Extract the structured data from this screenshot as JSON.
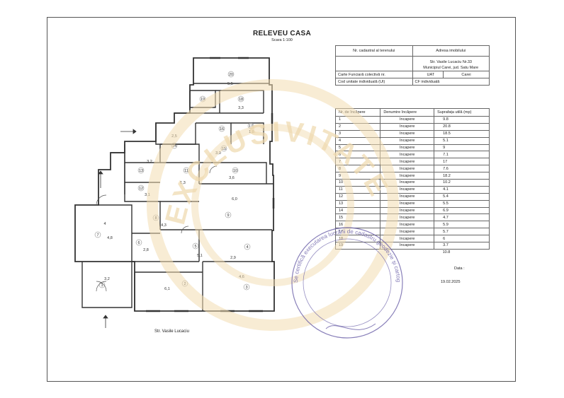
{
  "document": {
    "title": "RELEVEU CASA",
    "scale": "Scara 1:100",
    "street_label": "Str. Vasile Lucaciu"
  },
  "info": {
    "cadastral_label": "Nr. cadastral al terenului",
    "address_label": "Adresa imobilului",
    "address_line1": "Str. Vasile Lucaciu Nr.33",
    "address_line2": "Municipiul Carei, jud. Satu Mare",
    "carte_label": "Carte Funciară colectivă nr.",
    "uat_label": "UAT",
    "uat_value": "Carei",
    "cod_label": "Cod unitate individuală (UI)",
    "cf_label": "CF individuală"
  },
  "rooms_table": {
    "headers": [
      "Nr. de încăpere",
      "Denumire încăpere",
      "Suprafața utilă (mp)"
    ],
    "rows": [
      [
        "1",
        "Incapere",
        "9.8"
      ],
      [
        "2",
        "Incapere",
        "20.8"
      ],
      [
        "3",
        "Incapere",
        "18.5"
      ],
      [
        "4",
        "Incapere",
        "5.1"
      ],
      [
        "5",
        "Incapere",
        "9"
      ],
      [
        "6",
        "Incapere",
        "7.1"
      ],
      [
        "7",
        "Incapere",
        "17"
      ],
      [
        "8",
        "Incapere",
        "7.6"
      ],
      [
        "9",
        "Incapere",
        "18.2"
      ],
      [
        "10",
        "Incapere",
        "10.2"
      ],
      [
        "11",
        "Incapere",
        "4.1"
      ],
      [
        "12",
        "Incapere",
        "5.4"
      ],
      [
        "13",
        "Incapere",
        "5.5"
      ],
      [
        "14",
        "Incapere",
        "6.9"
      ],
      [
        "15",
        "Incapere",
        "4.7"
      ],
      [
        "16",
        "Incapere",
        "5.9"
      ],
      [
        "17",
        "Incapere",
        "5.7"
      ],
      [
        "18",
        "Incapere",
        "6"
      ],
      [
        "19",
        "Incapere",
        "3.7"
      ],
      [
        "",
        "",
        "10.8"
      ]
    ],
    "data_label": "Data :",
    "date": "19.02.2025"
  },
  "plan_labels": {
    "r1": "1",
    "r2": "2",
    "r3": "3",
    "r4": "4",
    "r5": "5",
    "r6": "6",
    "r7": "7",
    "r8": "8",
    "r9": "9",
    "r10": "10",
    "r11": "11",
    "r12": "12",
    "r13": "13",
    "r14": "14",
    "r15": "15",
    "r16": "16",
    "r17": "17",
    "r18": "18",
    "r19": "19",
    "r20": "20",
    "d55": "5,5",
    "d32": "3,2",
    "d25": "2,5",
    "d31": "3,1",
    "d40": "4",
    "d48": "4,8",
    "d43": "4,3",
    "d51": "5,1",
    "d46": "4,6",
    "d61": "6,1",
    "d29": "2,9",
    "d28": "2,8",
    "d30": "3,0",
    "d18": "1,8",
    "d33": "3,3",
    "d60": "6,0",
    "d36": "3,6",
    "d13": "1,3"
  },
  "stamp": {
    "watermark_text": "EXCLUSIVITATE",
    "seal_text": "Se certifică executarea lucrării de cadastru geodezie și cartografie"
  }
}
